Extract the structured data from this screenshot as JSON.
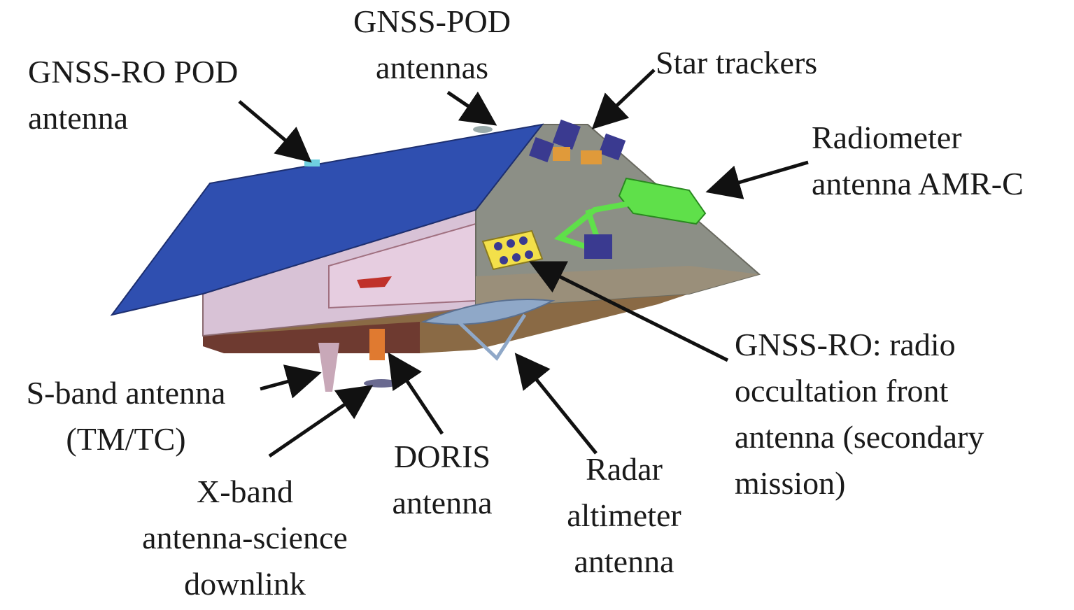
{
  "labels": {
    "gnss_ro_pod": [
      "GNSS-RO POD",
      "antenna"
    ],
    "gnss_pod": [
      "GNSS-POD",
      "antennas"
    ],
    "star_trackers": [
      "Star trackers"
    ],
    "radiometer": [
      "Radiometer",
      "antenna AMR-C"
    ],
    "gnss_ro_front": [
      "GNSS-RO: radio",
      "occultation front",
      "antenna (secondary",
      "mission)"
    ],
    "s_band": [
      "S-band antenna",
      "(TM/TC)"
    ],
    "x_band": [
      "X-band",
      "antenna-science",
      "downlink"
    ],
    "doris": [
      "DORIS",
      "antenna"
    ],
    "radar": [
      "Radar",
      "altimeter",
      "antenna"
    ]
  },
  "colors": {
    "solar_panel": "#2f4fb0",
    "side_panel": "#8c8f86",
    "body": "#d8c2d6",
    "radiometer": "#5fe04a",
    "underside": "#8a6a45"
  }
}
